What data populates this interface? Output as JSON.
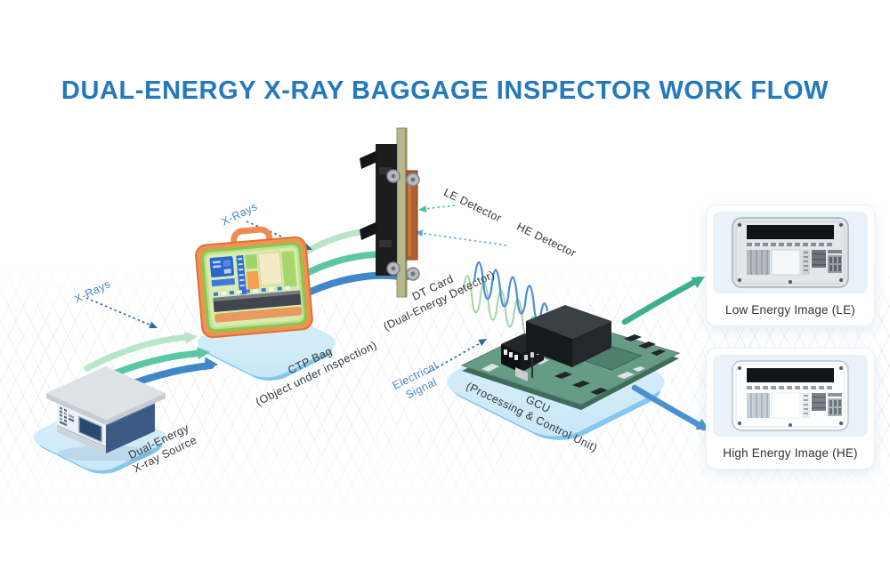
{
  "title": "DUAL-ENERGY X-RAY BAGGAGE INSPECTOR WORK FLOW",
  "labels": {
    "xray_source_beam": "X-Rays",
    "xray_bag_beam": "X-Rays",
    "source_line1": "Dual-Energy",
    "source_line2": "X-ray Source",
    "bag_line1": "CTP Bag",
    "bag_line2": "(Object under inspection)",
    "le_detector": "LE Detector",
    "he_detector": "HE Detector",
    "dt_line1": "DT Card",
    "dt_line2": "(Dual-Energy Detector)",
    "electrical_line1": "Electrical",
    "electrical_line2": "Signal",
    "gcu_line1": "GCU",
    "gcu_line2": "(Processing & Control Unit)",
    "le_card": "Low Energy Image (LE)",
    "he_card": "High Energy Image (HE)"
  },
  "colors": {
    "title_blue": "#2478bd",
    "label_dark": "#32373c",
    "label_blue": "#4c86c6",
    "arrow_mint": "#b9e6c8",
    "arrow_teal": "#3fbd9a",
    "arrow_blue": "#3f87c9",
    "dotted_blue": "#2f66a0",
    "dotted_teal": "#44c3a6",
    "dotted_lightblue": "#62aed6",
    "platform_top": "#d4ebf8",
    "platform_edge": "#84c6ec"
  }
}
